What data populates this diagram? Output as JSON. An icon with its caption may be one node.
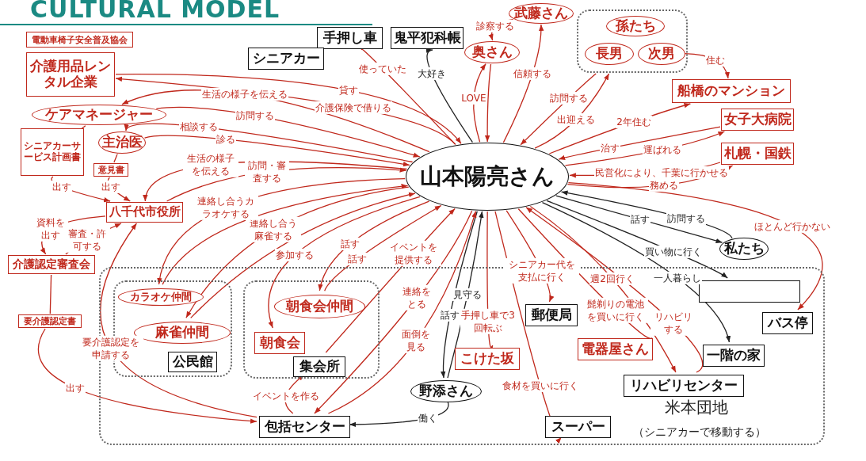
{
  "diagram": {
    "title": "CULTURAL MODEL",
    "nodes": [
      {
        "text": [
          "電動車椅子安全普及協会"
        ]
      },
      {
        "text": [
          "介護用品レンタル企業"
        ]
      },
      {
        "text": [
          "手押し車"
        ]
      },
      {
        "text": [
          "鬼平犯科帳"
        ]
      },
      {
        "text": [
          "武藤さん"
        ]
      },
      {
        "text": [],
        "shape": "box"
      },
      {
        "text": [
          "孫たち"
        ],
        "in": 5
      },
      {
        "text": [
          "長男"
        ],
        "in": 5
      },
      {
        "text": [
          "次男"
        ],
        "in": 5
      },
      {
        "text": [
          "奥さん"
        ]
      },
      {
        "text": [
          "シニアカー"
        ]
      },
      {
        "text": [
          "ケアマネージャー"
        ]
      },
      {
        "text": [
          "シニアカーサービス計画書"
        ]
      },
      {
        "text": [
          "主治医"
        ]
      },
      {
        "text": [
          "意見書"
        ]
      },
      {
        "text": [
          "船橋のマンション"
        ]
      },
      {
        "text": [
          "女子大病院"
        ]
      },
      {
        "text": [
          "札幌・国鉄"
        ]
      },
      {
        "text": [
          "山本陽亮さん"
        ]
      },
      {
        "text": [
          "八千代市役所"
        ]
      },
      {
        "text": [
          "介護認定審査会"
        ]
      },
      {
        "text": [
          "要介護認定書"
        ]
      },
      {
        "text": [
          "私たち"
        ]
      },
      {
        "text": [
          "米本団地",
          "（シニアカーで移動する）"
        ]
      },
      {
        "text": [],
        "shape": "box",
        "in": 23
      },
      {
        "text": [
          "カラオケ仲間"
        ],
        "in": 24
      },
      {
        "text": [
          "麻雀仲間"
        ],
        "in": 24
      },
      {
        "text": [],
        "shape": "box",
        "in": 23
      },
      {
        "text": [
          "朝食会仲間"
        ],
        "in": 27
      },
      {
        "text": [
          "朝食会"
        ],
        "in": 27
      },
      {
        "text": [],
        "shape": "box",
        "in": 23
      },
      {
        "text": [
          "バス停"
        ],
        "in": 23
      },
      {
        "text": [
          "郵便局"
        ],
        "in": 23
      },
      {
        "text": [
          "電器屋さん"
        ],
        "in": 23
      },
      {
        "text": [
          "一階の家"
        ],
        "in": 23
      },
      {
        "text": [
          "こけた坂"
        ],
        "in": 23
      },
      {
        "text": [
          "野添さん"
        ],
        "in": 23
      },
      {
        "text": [
          "リハビリセンター"
        ],
        "in": 23
      },
      {
        "text": [
          "スーパー"
        ],
        "in": 23
      },
      {
        "text": [
          "包括センター"
        ],
        "in": 23
      },
      {
        "text": [
          "公民館"
        ],
        "in": 24
      },
      {
        "text": [
          "集会所"
        ],
        "in": 27
      }
    ],
    "edges": [
      {
        "from": 1,
        "to": 18,
        "label": "貸す",
        "arrow": "to"
      },
      {
        "from": 18,
        "to": 1,
        "label": "介護保険で借りる",
        "arrow": "to"
      },
      {
        "from": 18,
        "to": 2,
        "label": "使っていた",
        "arrow": "to"
      },
      {
        "from": 18,
        "to": 3,
        "label": "大好き",
        "arrow": "to",
        "color": "#222222"
      },
      {
        "from": 4,
        "to": 9,
        "label": "診察する",
        "arrow": "to"
      },
      {
        "from": 18,
        "to": 9,
        "label": "LOVE",
        "arrow": "to"
      },
      {
        "from": 9,
        "to": 18,
        "arrow": "to"
      },
      {
        "from": 18,
        "to": 4,
        "label": "信頼する",
        "arrow": "to"
      },
      {
        "from": 5,
        "to": 18,
        "label": "訪問する",
        "arrow": "to"
      },
      {
        "from": 18,
        "to": 5,
        "label": "出迎える",
        "arrow": "to"
      },
      {
        "from": 8,
        "to": 15,
        "label": "住む",
        "arrow": "to"
      },
      {
        "from": 18,
        "to": 15,
        "label": "2年住む",
        "arrow": "to"
      },
      {
        "from": 16,
        "to": 18,
        "label": "治す",
        "arrow": "to"
      },
      {
        "from": 18,
        "to": 16,
        "label": "運ばれる",
        "arrow": "to"
      },
      {
        "from": 17,
        "to": 18,
        "label": "民営化により、千葉に行かせる",
        "arrow": "to"
      },
      {
        "from": 18,
        "to": 17,
        "label": "務める",
        "arrow": "to"
      },
      {
        "from": 18,
        "to": 31,
        "label": "ほとんど行かない",
        "arrow": "to"
      },
      {
        "from": 18,
        "to": 22,
        "label": "話す",
        "arrow": "to",
        "color": "#222222"
      },
      {
        "from": 22,
        "to": 18,
        "label": "訪問する",
        "arrow": "to",
        "color": "#222222"
      },
      {
        "from": 18,
        "to": 30,
        "label": "買い物に行く",
        "arrow": "to",
        "color": "#222222"
      },
      {
        "from": 18,
        "to": 34,
        "label": "一人暮らし",
        "arrow": "to",
        "color": "#222222"
      },
      {
        "from": 18,
        "to": 37,
        "label": "週2回行く",
        "arrow": "to"
      },
      {
        "from": 37,
        "to": 18,
        "label": "リハビリする",
        "arrow": "to"
      },
      {
        "from": 18,
        "to": 33,
        "label": "髭剃りの電池を買いに行く",
        "arrow": "to"
      },
      {
        "from": 18,
        "to": 32,
        "label": "シニアカー代を支払に行く",
        "arrow": "to"
      },
      {
        "from": 18,
        "to": 38,
        "label": "食材を買いに行く",
        "arrow": "to"
      },
      {
        "from": 18,
        "to": 35,
        "label": "手押し車で3回転ぶ",
        "arrow": "to"
      },
      {
        "from": 18,
        "to": 36,
        "label": "話す",
        "arrow": "to",
        "color": "#222222"
      },
      {
        "from": 36,
        "to": 18,
        "label": "見守る",
        "arrow": "to",
        "color": "#222222"
      },
      {
        "from": 36,
        "to": 39,
        "label": "働く",
        "arrow": "to",
        "color": "#222222"
      },
      {
        "from": 18,
        "to": 39,
        "label": "連絡をとる",
        "arrow": "to"
      },
      {
        "from": 39,
        "to": 18,
        "label": "面倒を見る",
        "arrow": "to"
      },
      {
        "from": 39,
        "to": 41,
        "label": "イベントを作る",
        "arrow": "to"
      },
      {
        "from": 41,
        "to": 18,
        "label": "イベントを提供する",
        "arrow": "to"
      },
      {
        "from": 18,
        "to": 28,
        "label": "話す",
        "arrow": "to"
      },
      {
        "from": 28,
        "to": 18,
        "label": "話す",
        "arrow": "to"
      },
      {
        "from": 18,
        "to": 29,
        "label": "参加する",
        "arrow": "to"
      },
      {
        "from": 18,
        "to": 26,
        "label": "連絡し合う麻雀する",
        "arrow": "to"
      },
      {
        "from": 26,
        "to": 18,
        "arrow": "to"
      },
      {
        "from": 18,
        "to": 25,
        "label": "連絡し合うカラオケする",
        "arrow": "to"
      },
      {
        "from": 25,
        "to": 18,
        "arrow": "to"
      },
      {
        "from": 19,
        "to": 18,
        "label": "訪問・審査する",
        "arrow": "to"
      },
      {
        "from": 18,
        "to": 19,
        "label": "生活の様子を伝える",
        "arrow": "to"
      },
      {
        "from": 12,
        "to": 19,
        "label": "出す",
        "arrow": "to"
      },
      {
        "from": 14,
        "to": 19,
        "label": "出す",
        "arrow": "to"
      },
      {
        "from": 11,
        "to": 12,
        "arrow": "none"
      },
      {
        "from": 13,
        "to": 14,
        "arrow": "none"
      },
      {
        "from": 18,
        "to": 11,
        "label": "生活の様子を伝える",
        "arrow": "to"
      },
      {
        "from": 11,
        "to": 18,
        "label": "訪問する",
        "arrow": "to"
      },
      {
        "from": 18,
        "to": 13,
        "label": "相談する",
        "arrow": "to"
      },
      {
        "from": 13,
        "to": 18,
        "label": "診る",
        "arrow": "to"
      },
      {
        "from": 19,
        "to": 20,
        "label": "資料を出す",
        "arrow": "to"
      },
      {
        "from": 20,
        "to": 19,
        "label": "審査・許可する",
        "arrow": "to"
      },
      {
        "from": 20,
        "to": 21,
        "arrow": "none"
      },
      {
        "from": 21,
        "to": 39,
        "label": "出す",
        "arrow": "to"
      },
      {
        "from": 39,
        "to": 19,
        "label": "要介護認定を申請する",
        "arrow": "to"
      }
    ]
  }
}
